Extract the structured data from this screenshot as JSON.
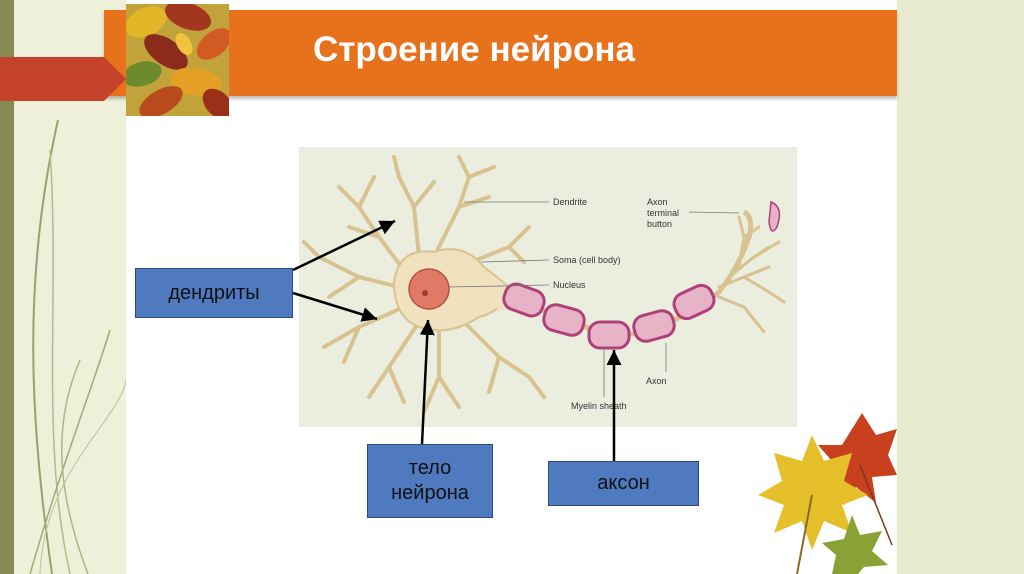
{
  "slide": {
    "title": "Строение нейрона"
  },
  "figure": {
    "labels": {
      "dendrite": "Dendrite",
      "soma": "Soma (cell body)",
      "nucleus": "Nucleus",
      "axon_terminal_1": "Axon",
      "axon_terminal_2": "terminal",
      "axon_terminal_3": "button",
      "axon": "Axon",
      "myelin_sheath": "Myelin sheath"
    }
  },
  "callouts": {
    "dendrites": "дендриты",
    "body_line1": "тело",
    "body_line2": "нейрона",
    "axon": "аксон"
  },
  "colors": {
    "title_bar": "#e8711c",
    "label_box": "#4f7ac0",
    "figure_background": "#ebeddf",
    "neuron_body": "#f0e2bf",
    "nucleus": "#e07a66",
    "myelin": "#b0407a"
  }
}
